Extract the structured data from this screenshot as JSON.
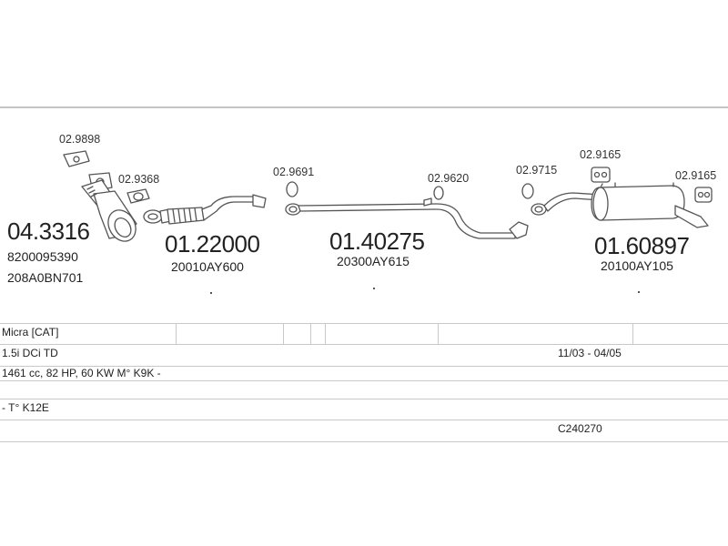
{
  "parts": {
    "p_029898": {
      "code": "02.9898"
    },
    "p_029368": {
      "code": "02.9368"
    },
    "p_029691": {
      "code": "02.9691"
    },
    "p_029620": {
      "code": "02.9620"
    },
    "p_029715": {
      "code": "02.9715"
    },
    "p_029165_a": {
      "code": "02.9165"
    },
    "p_029165_b": {
      "code": "02.9165"
    }
  },
  "sections": {
    "catalyst": {
      "number": "04.3316",
      "oem1": "8200095390",
      "oem2": "208A0BN701"
    },
    "front_pipe": {
      "number": "01.22000",
      "oem": "20010AY600"
    },
    "middle_pipe": {
      "number": "01.40275",
      "oem": "20300AY615"
    },
    "rear_silencer": {
      "number": "01.60897",
      "oem": "20100AY105"
    }
  },
  "info": {
    "model": "Micra  [CAT]",
    "engine": "1.5i DCi TD",
    "years": "11/03 - 04/05",
    "specs": "1461 cc, 82 HP, 60 KW  M° K9K -",
    "type": "- T° K12E",
    "ref": "C240270"
  },
  "colors": {
    "line": "#555555",
    "frame": "#c4c4c4"
  }
}
